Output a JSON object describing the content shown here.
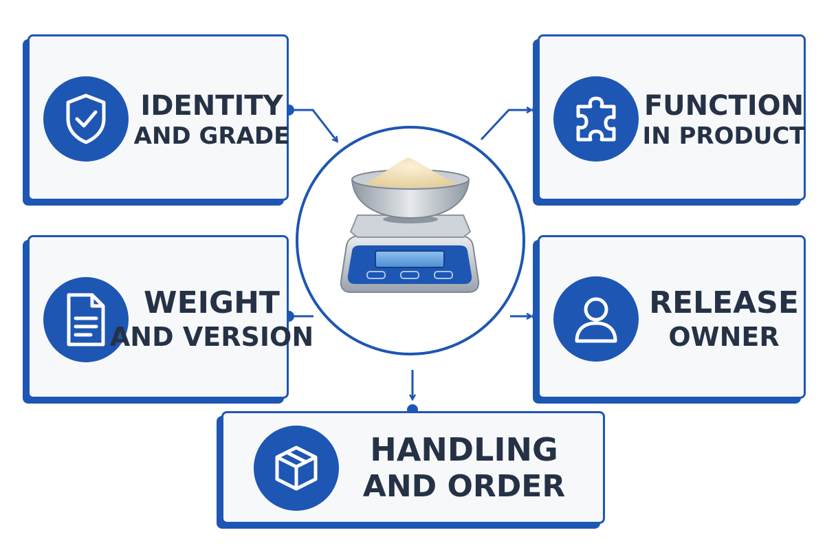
{
  "colors": {
    "accent": "#1e56b3",
    "card_background": "#f7f8fa",
    "text": "#253246"
  },
  "center": {
    "icon": "kitchen-scale-with-powder-bowl"
  },
  "cards": {
    "identity": {
      "line1": "IDENTITY",
      "line2": "AND GRADE",
      "icon": "shield-check-icon"
    },
    "function": {
      "line1": "FUNCTION",
      "line2": "IN PRODUCT",
      "icon": "puzzle-piece-icon"
    },
    "weight": {
      "line1": "WEIGHT",
      "line2": "AND VERSION",
      "icon": "document-icon"
    },
    "release": {
      "line1": "RELEASE",
      "line2": "OWNER",
      "icon": "person-icon"
    },
    "handling": {
      "line1": "HANDLING",
      "line2": "AND ORDER",
      "icon": "box-icon"
    }
  }
}
